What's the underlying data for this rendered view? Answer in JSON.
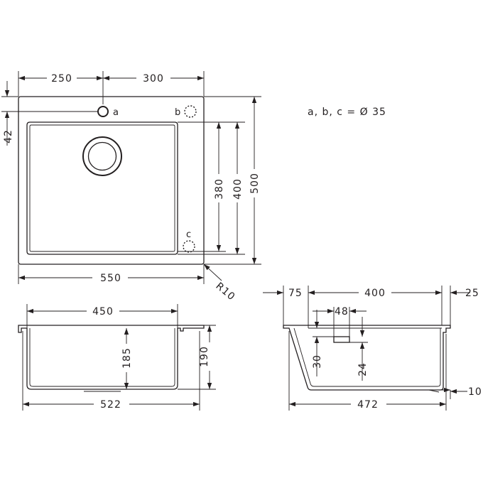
{
  "top_view": {
    "dim_left_width": "250",
    "dim_right_width": "300",
    "dim_overall_width": "550",
    "dim_left_offset": "42",
    "dim_inner_depth": "380",
    "dim_bowl_depth": "400",
    "dim_overall_depth": "500",
    "dim_radius": "R10",
    "label_a": "a",
    "label_b": "b",
    "label_c": "c"
  },
  "note": "a, b, c = Ø 35",
  "front_view": {
    "dim_bowl_width": "450",
    "dim_overall_width": "522",
    "dim_bowl_height": "185",
    "dim_overall_height": "190"
  },
  "side_view": {
    "dim_left": "75",
    "dim_middle": "400",
    "dim_right": "25",
    "dim_drain_width": "48",
    "dim_drain_offset": "30",
    "dim_drain_height": "24",
    "dim_overall_depth": "472",
    "dim_bottom_right": "10"
  }
}
